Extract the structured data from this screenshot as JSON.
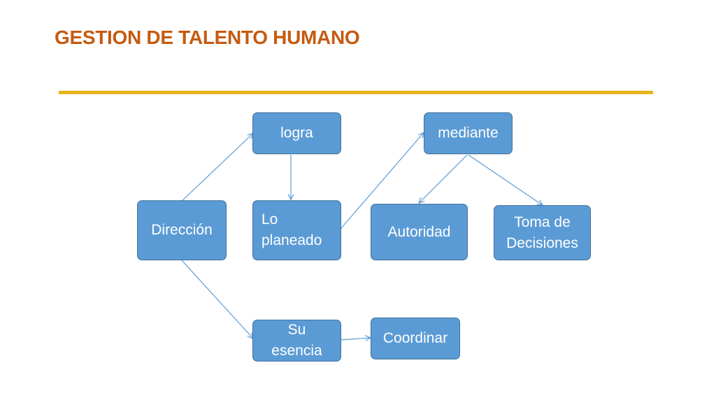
{
  "slide": {
    "title": "GESTION DE TALENTO HUMANO",
    "title_color": "#c55a11",
    "rule_color": "#e6b51f",
    "node_fill": "#5b9bd5",
    "node_border": "#41719c",
    "connector_color": "#5b9bd5"
  },
  "diagram": {
    "nodes": {
      "direccion": "Dirección",
      "logra": "logra",
      "lo_planeado": "Lo\nplaneado",
      "mediante": "mediante",
      "autoridad": "Autoridad",
      "toma_decisiones": "Toma de\nDecisiones",
      "su_esencia": "Su\nesencia",
      "coordinar": "Coordinar"
    },
    "edges": [
      {
        "from": "Dirección",
        "to": "logra"
      },
      {
        "from": "logra",
        "to": "Lo planeado"
      },
      {
        "from": "Lo planeado",
        "to": "mediante"
      },
      {
        "from": "mediante",
        "to": "Autoridad"
      },
      {
        "from": "mediante",
        "to": "Toma de Decisiones"
      },
      {
        "from": "Dirección",
        "to": "Su esencia"
      },
      {
        "from": "Su esencia",
        "to": "Coordinar"
      }
    ]
  }
}
